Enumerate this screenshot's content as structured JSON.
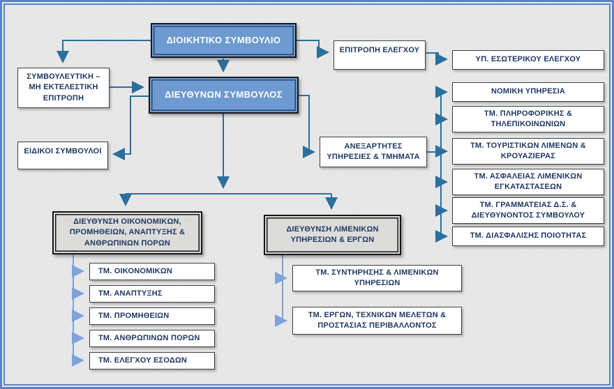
{
  "chart": {
    "board": "ΔΙΟΙΚΗΤΙΚΟ ΣΥΜΒΟΥΛΙΟ",
    "ceo": "ΔΙΕΥΘΥΝΩΝ ΣΥΜΒΟΥΛΟΣ",
    "advisory_committee": "ΣΥΜΒΟΥΛΕΥΤΙΚΗ – ΜΗ ΕΚΤΕΛΕΣΤΙΚΗ ΕΠΙΤΡΟΠΗ",
    "special_advisors": "ΕΙΔΙΚΟΙ ΣΥΜΒΟΥΛΟΙ",
    "audit_committee": "ΕΠΙΤΡΟΠΗ ΕΛΕΓΧΟΥ",
    "internal_audit": "ΥΠ. ΕΣΩΤΕΡΙΚΟΥ ΕΛΕΓΧΟΥ",
    "independent_units": "ΑΝΕΞΑΡΤΗΤΕΣ ΥΠΗΡΕΣΙΕΣ & ΤΜΗΜΑΤΑ",
    "independent_list": [
      "ΝΟΜΙΚΗ ΥΠΗΡΕΣΙΑ",
      "ΤΜ. ΠΛΗΡΟΦΟΡΙΚΗΣ & ΤΗΛΕΠΙΚΟΙΝΩΝΙΩΝ",
      "ΤΜ. ΤΟΥΡΙΣΤΙΚΩΝ ΛΙΜΕΝΩΝ & ΚΡΟΥΑΖΙΕΡΑΣ",
      "ΤΜ. ΑΣΦΑΛΕΙΑΣ ΛΙΜΕΝΙΚΩΝ ΕΓΚΑΤΑΣΤΑΣΕΩΝ",
      "ΤΜ. ΓΡΑΜΜΑΤΕΙΑΣ Δ.Σ. & ΔΙΕΥΘΥΝΟΝΤΟΣ ΣΥΜΒΟΥΛΟΥ",
      "ΤΜ. ΔΙΑΣΦΑΛΙΣΗΣ ΠΟΙΟΤΗΤΑΣ"
    ],
    "dir_finance": {
      "label": "ΔΙΕΥΘΥΝΣΗ ΟΙΚΟΝΟΜΙΚΩΝ, ΠΡΟΜΗΘΕΙΩΝ, ΑΝΑΠΤΥΞΗΣ & ΑΝΘΡΩΠΙΝΩΝ ΠΟΡΩΝ",
      "children": [
        "ΤΜ. ΟΙΚΟΝΟΜΙΚΩΝ",
        "ΤΜ. ΑΝΑΠΤΥΞΗΣ",
        "ΤΜ. ΠΡΟΜΗΘΕΙΩΝ",
        "ΤΜ. ΑΝΘΡΩΠΙΝΩΝ ΠΟΡΩΝ",
        "ΤΜ. ΕΛΕΓΧΟΥ ΕΣΟΔΩΝ"
      ]
    },
    "dir_port": {
      "label": "ΔΙΕΥΘΥΝΣΗ ΛΙΜΕΝΙΚΩΝ ΥΠΗΡΕΣΙΩΝ & ΕΡΓΩΝ",
      "children": [
        "ΤΜ. ΣΥΝΤΗΡΗΣΗΣ & ΛΙΜΕΝΙΚΩΝ ΥΠΗΡΕΣΙΩΝ",
        "ΤΜ. ΕΡΓΩΝ, ΤΕΧΝΙΚΩΝ ΜΕΛΕΤΩΝ & ΠΡΟΣΤΑΣΙΑΣ ΠΕΡΙΒΑΛΛΟΝΤΟΣ"
      ]
    }
  },
  "colors": {
    "executive_node_fill": "#6d9ad0",
    "directorate_node_fill": "#dcdcda",
    "node_text": "#1f3864",
    "connector_primary": "#2b6f9e",
    "connector_secondary": "#7ea2d9",
    "frame": "#5c81c4"
  }
}
